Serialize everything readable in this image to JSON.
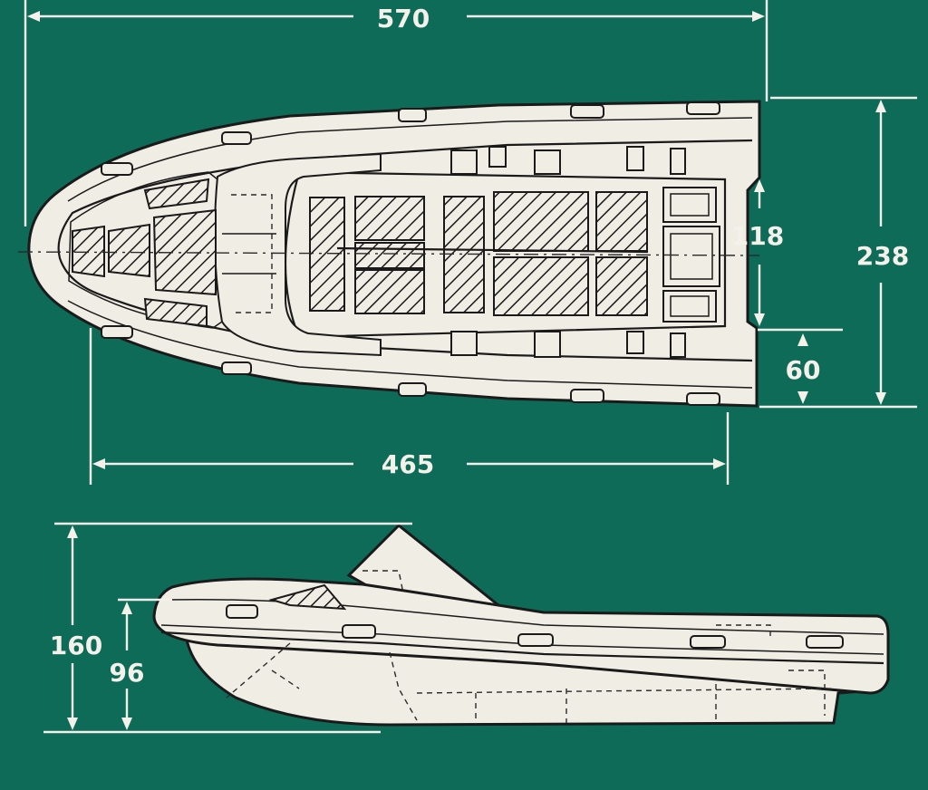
{
  "dimensions": {
    "overall_length": "570",
    "inner_length": "465",
    "overall_beam": "238",
    "inner_beam": "118",
    "tube_diameter": "60",
    "overall_height": "160",
    "hull_height": "96"
  },
  "colors": {
    "background": "#0d6b58",
    "drawing_fill": "#f0ede4",
    "line": "#1a1a1a",
    "dimension": "#f4f1ea"
  }
}
